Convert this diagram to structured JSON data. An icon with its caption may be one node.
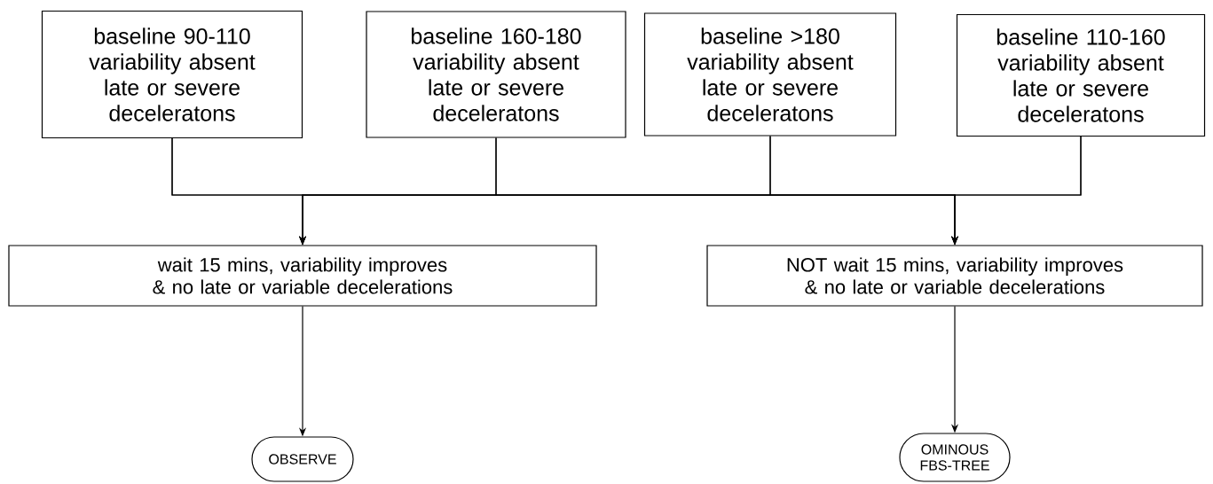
{
  "diagram": {
    "nodes": [
      {
        "text": [
          "baseline 90-110 variability absent late or severe deceleratons"
        ]
      },
      {
        "text": [
          "baseline 160-180 variability absent late or severe deceleratons"
        ]
      },
      {
        "text": [
          "baseline >180 variability absent late or severe deceleratons"
        ]
      },
      {
        "text": [
          "baseline 110-160 variability absent late or severe deceleratons"
        ]
      },
      {
        "text": [
          "wait 15 mins, variability improves & no late or variable decelerations"
        ]
      },
      {
        "text": [
          "NOT wait 15 mins, variability improves & no late or variable decelerations"
        ]
      },
      {
        "text": [
          "OBSERVE"
        ]
      },
      {
        "text": [
          "OMINOUS FBS-TREE"
        ]
      }
    ],
    "edges": [
      {
        "from": 0,
        "to": 4,
        "arrow": "to"
      },
      {
        "from": 1,
        "to": 4,
        "arrow": "to"
      },
      {
        "from": 2,
        "to": 4,
        "arrow": "to"
      },
      {
        "from": 3,
        "to": 4,
        "arrow": "to"
      },
      {
        "from": 0,
        "to": 5,
        "arrow": "to"
      },
      {
        "from": 1,
        "to": 5,
        "arrow": "to"
      },
      {
        "from": 2,
        "to": 5,
        "arrow": "to"
      },
      {
        "from": 3,
        "to": 5,
        "arrow": "to"
      },
      {
        "from": 4,
        "to": 6,
        "arrow": "to"
      },
      {
        "from": 5,
        "to": 7,
        "arrow": "to"
      }
    ]
  }
}
